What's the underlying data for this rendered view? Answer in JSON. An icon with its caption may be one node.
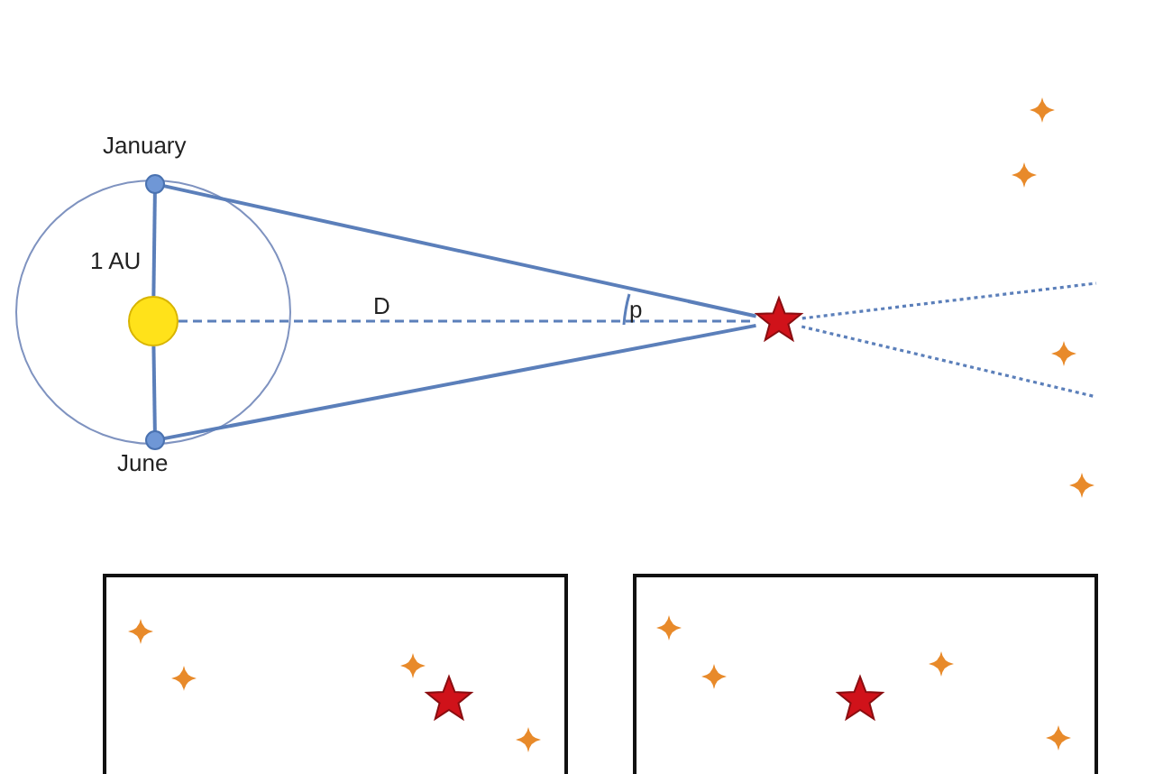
{
  "diagram": {
    "nodes": [
      {
        "text": [
          "January"
        ]
      },
      {
        "text": [
          "June"
        ]
      },
      {
        "text": [],
        "shape": "circle"
      },
      {
        "text": [],
        "shape": "star"
      }
    ],
    "edges": [
      {
        "from": 0,
        "to": 2,
        "arrow": "none",
        "label": "1 AU"
      },
      {
        "from": 2,
        "to": 1,
        "arrow": "none"
      },
      {
        "from": 0,
        "to": 3,
        "arrow": "none"
      },
      {
        "from": 1,
        "to": 3,
        "arrow": "none"
      },
      {
        "from": 2,
        "to": 3,
        "arrow": "none",
        "style": "dashed",
        "label": "D"
      },
      {
        "from": 3,
        "to": null,
        "arrow": "none",
        "style": "dashed"
      },
      {
        "from": 3,
        "to": null,
        "arrow": "none",
        "style": "dashed"
      }
    ],
    "labels": [
      "p"
    ]
  }
}
